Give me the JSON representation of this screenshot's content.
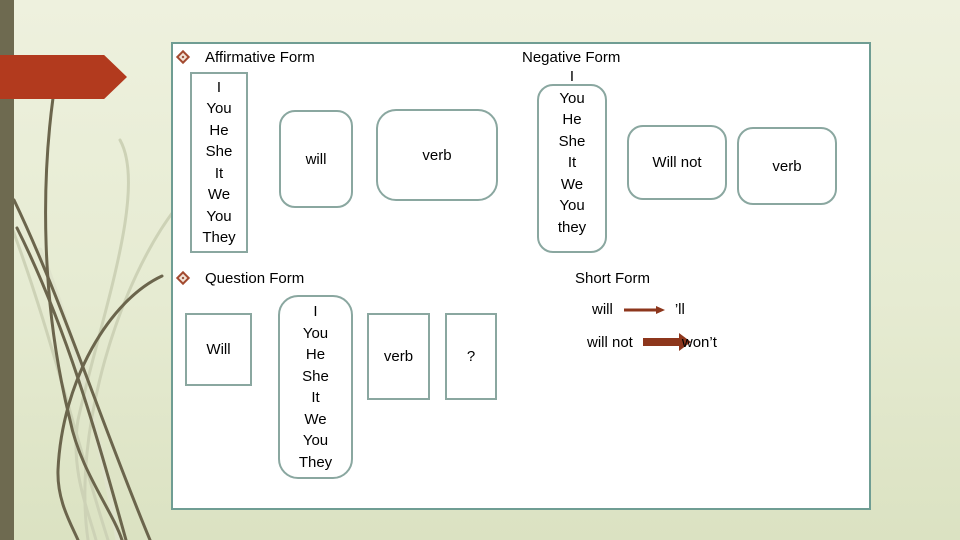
{
  "colors": {
    "background_top": "#eef1de",
    "background_bottom": "#dbe2c2",
    "left_edge_bar": "#6e6a50",
    "banner_red": "#b23a1e",
    "panel_border": "#6f9d93",
    "box_border": "#8aa7a0",
    "stem_dark": "#6b654c",
    "stem_light": "#cdd2b6",
    "short_arrow_red": "#8d361c",
    "bullet_outline": "#a34a30",
    "text": "#000000"
  },
  "sections": {
    "affirmative": {
      "title": "Affirmative Form",
      "pronouns": [
        "I",
        "You",
        "He",
        "She",
        "It",
        "We",
        "You",
        "They"
      ],
      "auxiliary": "will",
      "verb": "verb"
    },
    "negative": {
      "title": "Negative Form",
      "pronouns": [
        "I",
        "You",
        "He",
        "She",
        "It",
        "We",
        "You",
        "they"
      ],
      "auxiliary": "Will not",
      "verb": "verb"
    },
    "question": {
      "title": "Question Form",
      "auxiliary": "Will",
      "pronouns": [
        "I",
        "You",
        "He",
        "She",
        "It",
        "We",
        "You",
        "They"
      ],
      "verb": "verb",
      "question_mark": "?"
    },
    "short_form": {
      "title": "Short Form",
      "rows": [
        {
          "full": "will",
          "contraction": "’ll"
        },
        {
          "full": "will not",
          "contraction": "won’t"
        }
      ]
    }
  }
}
